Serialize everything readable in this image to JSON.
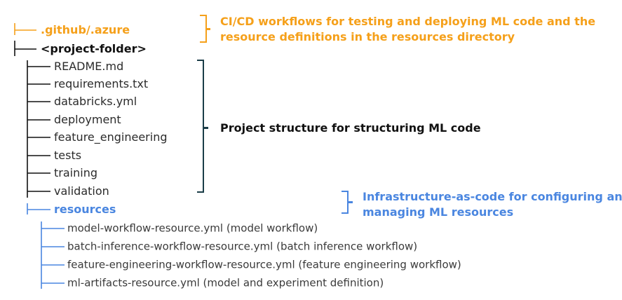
{
  "colors": {
    "orange": "#F5A01A",
    "dark": "#111111",
    "blue": "#4A86E0",
    "teal": "#1B3D48"
  },
  "tree": {
    "github": ".github/.azure",
    "project_folder": "<project-folder>",
    "project_items": [
      "README.md",
      "requirements.txt",
      "databricks.yml",
      "deployment",
      "feature_engineering",
      "tests",
      "training",
      "validation"
    ],
    "resources": "resources",
    "resource_files": [
      {
        "name": "model-workflow-resource.yml",
        "desc": "(model workflow)"
      },
      {
        "name": "batch-inference-workflow-resource.yml",
        "desc": "(batch inference workflow)"
      },
      {
        "name": "feature-engineering-workflow-resource.yml",
        "desc": "(feature engineering workflow)"
      },
      {
        "name": "ml-artifacts-resource.yml",
        "desc": "(model and experiment definition)"
      }
    ]
  },
  "annotations": {
    "cicd_line1": "CI/CD workflows for testing and deploying ML code and the",
    "cicd_line2": "resource definitions in the resources directory",
    "project": "Project structure for structuring ML code",
    "infra_line1": "Infrastructure-as-code for configuring and",
    "infra_line2": "managing ML resources"
  }
}
